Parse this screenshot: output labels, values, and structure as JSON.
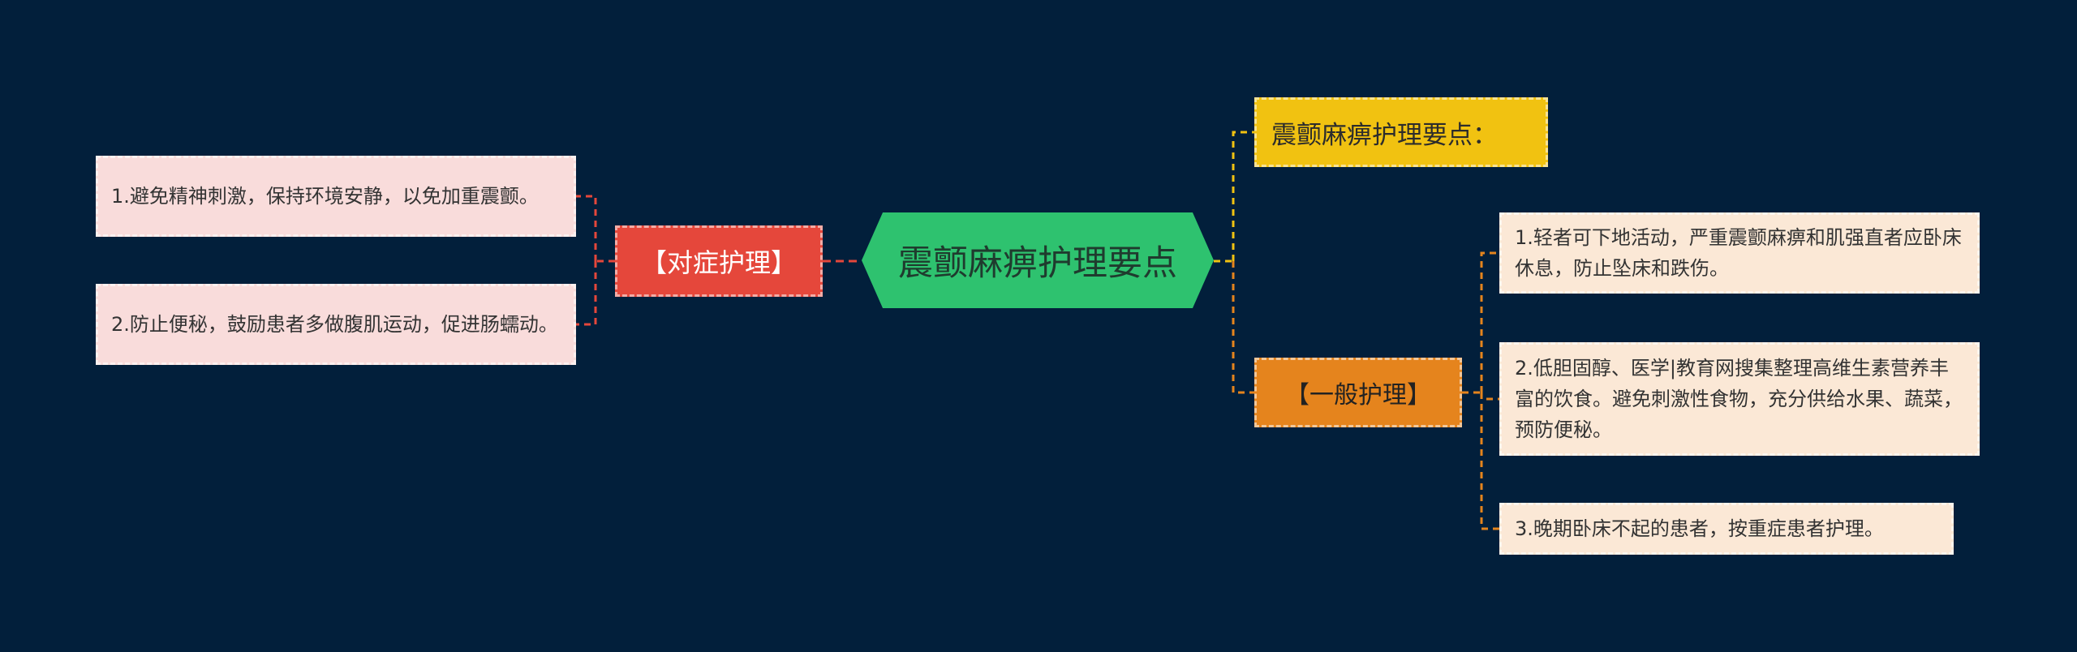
{
  "map": {
    "center": "震颤麻痹护理要点",
    "left_branch": {
      "label": "【对症护理】",
      "children": [
        "1.避免精神刺激，保持环境安静，以免加重震颤。",
        "2.防止便秘，鼓励患者多做腹肌运动，促进肠蠕动。"
      ]
    },
    "right_top": {
      "label": "震颤麻痹护理要点："
    },
    "right_branch": {
      "label": "【一般护理】",
      "children": [
        "1.轻者可下地活动，严重震颤麻痹和肌强直者应卧床休息，防止坠床和跌伤。",
        "2.低胆固醇、医学|教育网搜集整理高维生素营养丰富的饮食。避免刺激性食物，充分供给水果、蔬菜，预防便秘。",
        "3.晚期卧床不起的患者，按重症患者护理。"
      ]
    }
  },
  "colors": {
    "background": "#021f3b",
    "center": "#2ec26f",
    "red_branch": "#e5473b",
    "orange_branch": "#e5841d",
    "yellow_label": "#f1c211",
    "left_leaf": "#f9dcdb",
    "right_leaf": "#fbe8d6"
  }
}
